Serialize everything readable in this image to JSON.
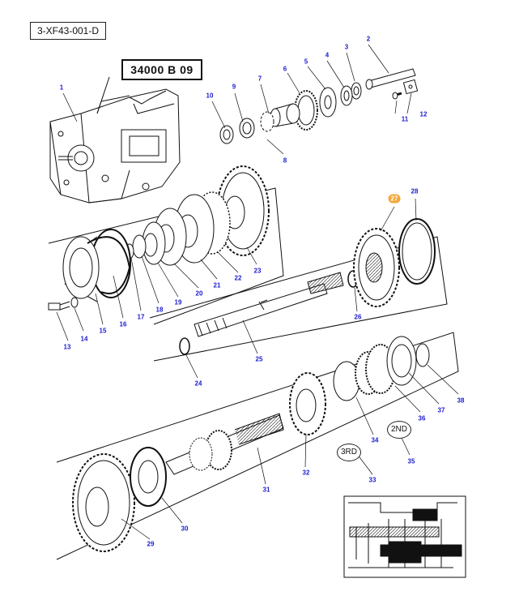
{
  "header": {
    "reference": "3-XF43-001-D",
    "group_number": "34000 B 09"
  },
  "callouts": {
    "c1": "1",
    "c2": "2",
    "c3": "3",
    "c4": "4",
    "c5": "5",
    "c6": "6",
    "c7": "7",
    "c8": "8",
    "c9": "9",
    "c10": "10",
    "c11": "11",
    "c12": "12",
    "c13": "13",
    "c14": "14",
    "c15": "15",
    "c16": "16",
    "c17": "17",
    "c18": "18",
    "c19": "19",
    "c20": "20",
    "c21": "21",
    "c22": "22",
    "c23": "23",
    "c24": "24",
    "c25": "25",
    "c26": "26",
    "c27": "27",
    "c28": "28",
    "c29": "29",
    "c30": "30",
    "c31": "31",
    "c32": "32",
    "c33": "33",
    "c34": "34",
    "c35": "35",
    "c36": "36",
    "c37": "37",
    "c38": "38"
  },
  "gear_labels": {
    "second": "2ND",
    "third": "3RD"
  },
  "highlight": {
    "callout": "27",
    "color": "#f3a73a"
  },
  "colors": {
    "callout_text": "#1b1bd0",
    "line_art": "#111111"
  }
}
